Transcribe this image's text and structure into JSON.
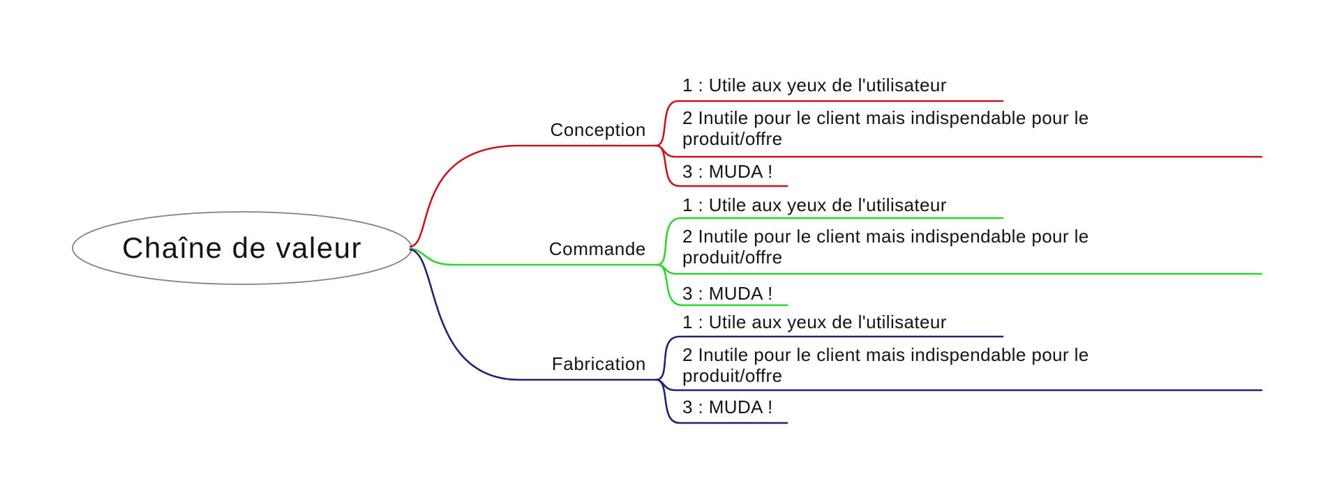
{
  "diagram": {
    "type": "mindmap",
    "root": {
      "label": "Chaîne de valeur"
    },
    "colors": {
      "ellipse_stroke": "#7f7f7f",
      "text": "#141414",
      "conception": "#c8141c",
      "commande": "#2ed42e",
      "fabrication": "#1d2472"
    },
    "branches": [
      {
        "label": "Conception",
        "color": "#c8141c",
        "items": [
          {
            "text": "1 : Utile aux yeux de l'utilisateur"
          },
          {
            "line1": "2 Inutile pour le client mais indispendable pour le",
            "line2": "produit/offre"
          },
          {
            "text": "3 : MUDA !"
          }
        ]
      },
      {
        "label": "Commande",
        "color": "#2ed42e",
        "items": [
          {
            "text": "1 : Utile aux yeux de l'utilisateur"
          },
          {
            "line1": "2 Inutile pour le client mais indispendable pour le",
            "line2": "produit/offre"
          },
          {
            "text": "3 : MUDA !"
          }
        ]
      },
      {
        "label": "Fabrication",
        "color": "#1d2472",
        "items": [
          {
            "text": "1 : Utile aux yeux de l'utilisateur"
          },
          {
            "line1": "2 Inutile pour le client mais indispendable pour le",
            "line2": "produit/offre"
          },
          {
            "text": "3 : MUDA !"
          }
        ]
      }
    ]
  }
}
